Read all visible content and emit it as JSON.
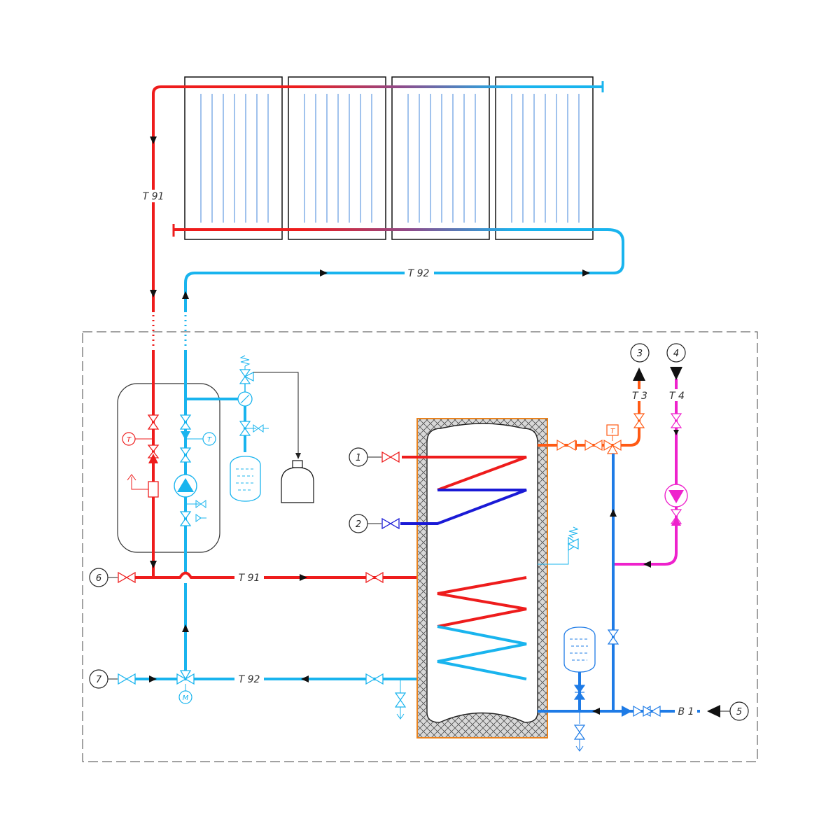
{
  "labels": {
    "t91": "T 91",
    "t92": "T 92",
    "t3": "T 3",
    "t4": "T 4",
    "b1": "B 1",
    "sensor_t": "T",
    "motor_m": "M"
  },
  "connections": [
    "1",
    "2",
    "3",
    "4",
    "5",
    "6",
    "7"
  ],
  "colors": {
    "hot": "#ee1c1c",
    "cold": "#19b4ee",
    "coil_cold": "#1a1ad6",
    "mains": "#1e7be6",
    "hot_water": "#ff5a14",
    "circulation": "#ee22cc",
    "tank_frame": "#e8821e",
    "outline": "#111111"
  },
  "panel_count": 4,
  "icons": [
    "valve-icon",
    "pump-icon",
    "check-valve-icon",
    "expansion-vessel-icon",
    "safety-valve-icon",
    "pressure-gauge-icon",
    "temperature-sensor-icon",
    "three-way-valve-icon",
    "mixing-valve-icon",
    "drain-valve-icon",
    "flow-arrow-icon",
    "canister-icon"
  ]
}
